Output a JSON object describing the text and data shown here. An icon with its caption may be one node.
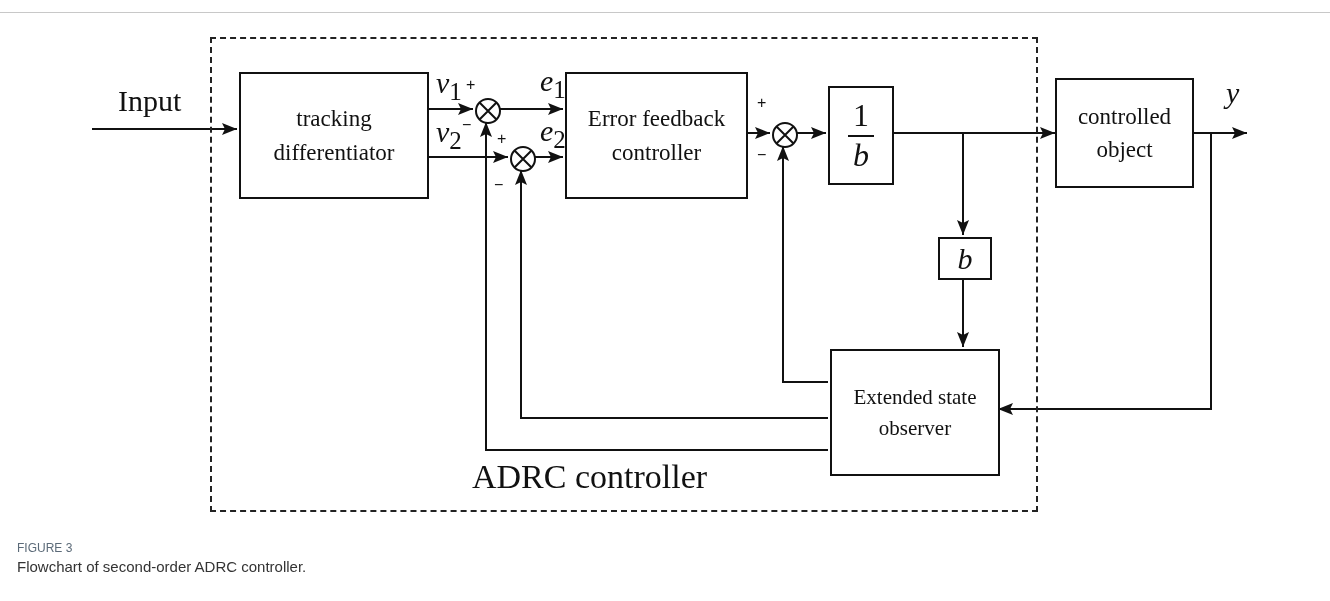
{
  "diagram": {
    "caption": "Flowchart of second-order ADRC controller.",
    "nodes": [
      {
        "text": [
          "ADRC controller"
        ]
      },
      {
        "text": [
          "tracking differentiator"
        ],
        "in": 0
      },
      {
        "text": [],
        "shape": "circle",
        "in": 0,
        "beside": [
          "+",
          "−"
        ]
      },
      {
        "text": [],
        "shape": "circle",
        "in": 0,
        "beside": [
          "+",
          "−"
        ]
      },
      {
        "text": [
          "Error feedback controller"
        ],
        "in": 0
      },
      {
        "text": [],
        "shape": "circle",
        "in": 0,
        "beside": [
          "+",
          "−"
        ]
      },
      {
        "text": [
          "1",
          "*b*"
        ],
        "in": 0
      },
      {
        "text": [
          "*b*"
        ],
        "in": 0
      },
      {
        "text": [
          "Extended state observer"
        ],
        "in": 0
      },
      {
        "text": [
          "controlled object"
        ]
      }
    ],
    "edges": [
      {
        "from": null,
        "to": 1,
        "arrow": "to",
        "label": "Input"
      },
      {
        "from": 1,
        "to": 2,
        "arrow": "to",
        "label": "*v*$_{1}$"
      },
      {
        "from": 1,
        "to": 3,
        "arrow": "to",
        "label": "*v*$_{2}$"
      },
      {
        "from": 2,
        "to": 4,
        "arrow": "to",
        "label": "*e*$_{1}$"
      },
      {
        "from": 3,
        "to": 4,
        "arrow": "to",
        "label": "*e*$_{2}$"
      },
      {
        "from": 4,
        "to": 5,
        "arrow": "to"
      },
      {
        "from": 5,
        "to": 6,
        "arrow": "to"
      },
      {
        "from": 6,
        "to": 9,
        "arrow": "to"
      },
      {
        "from": 6,
        "to": 7,
        "arrow": "to"
      },
      {
        "from": 9,
        "to": null,
        "arrow": "to",
        "label": "*y*"
      },
      {
        "from": 9,
        "to": 8,
        "arrow": "to"
      },
      {
        "from": 7,
        "to": 8,
        "arrow": "to"
      },
      {
        "from": 8,
        "to": 5,
        "arrow": "to"
      },
      {
        "from": 8,
        "to": 3,
        "arrow": "to"
      },
      {
        "from": 8,
        "to": 2,
        "arrow": "to"
      }
    ],
    "labels": [
      "FIGURE 3"
    ]
  }
}
